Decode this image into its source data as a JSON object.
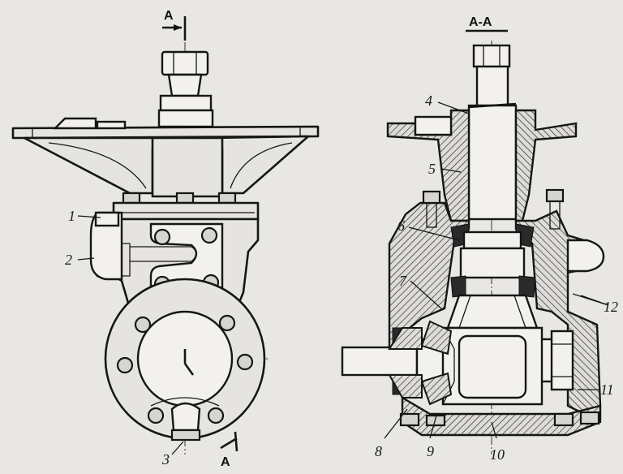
{
  "section_mark": "A",
  "section_title": "A-A",
  "callouts": [
    "1",
    "2",
    "3",
    "4",
    "5",
    "6",
    "7",
    "8",
    "9",
    "10",
    "11",
    "12"
  ]
}
